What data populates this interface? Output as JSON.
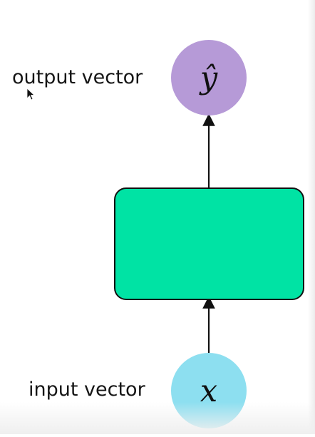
{
  "diagram": {
    "output": {
      "label": "output vector",
      "symbol": "ŷ",
      "color": "#b69ad7"
    },
    "process": {
      "color": "#00e3a4"
    },
    "input": {
      "label": "input vector",
      "symbol": "x",
      "color": "#8ddff0"
    }
  }
}
